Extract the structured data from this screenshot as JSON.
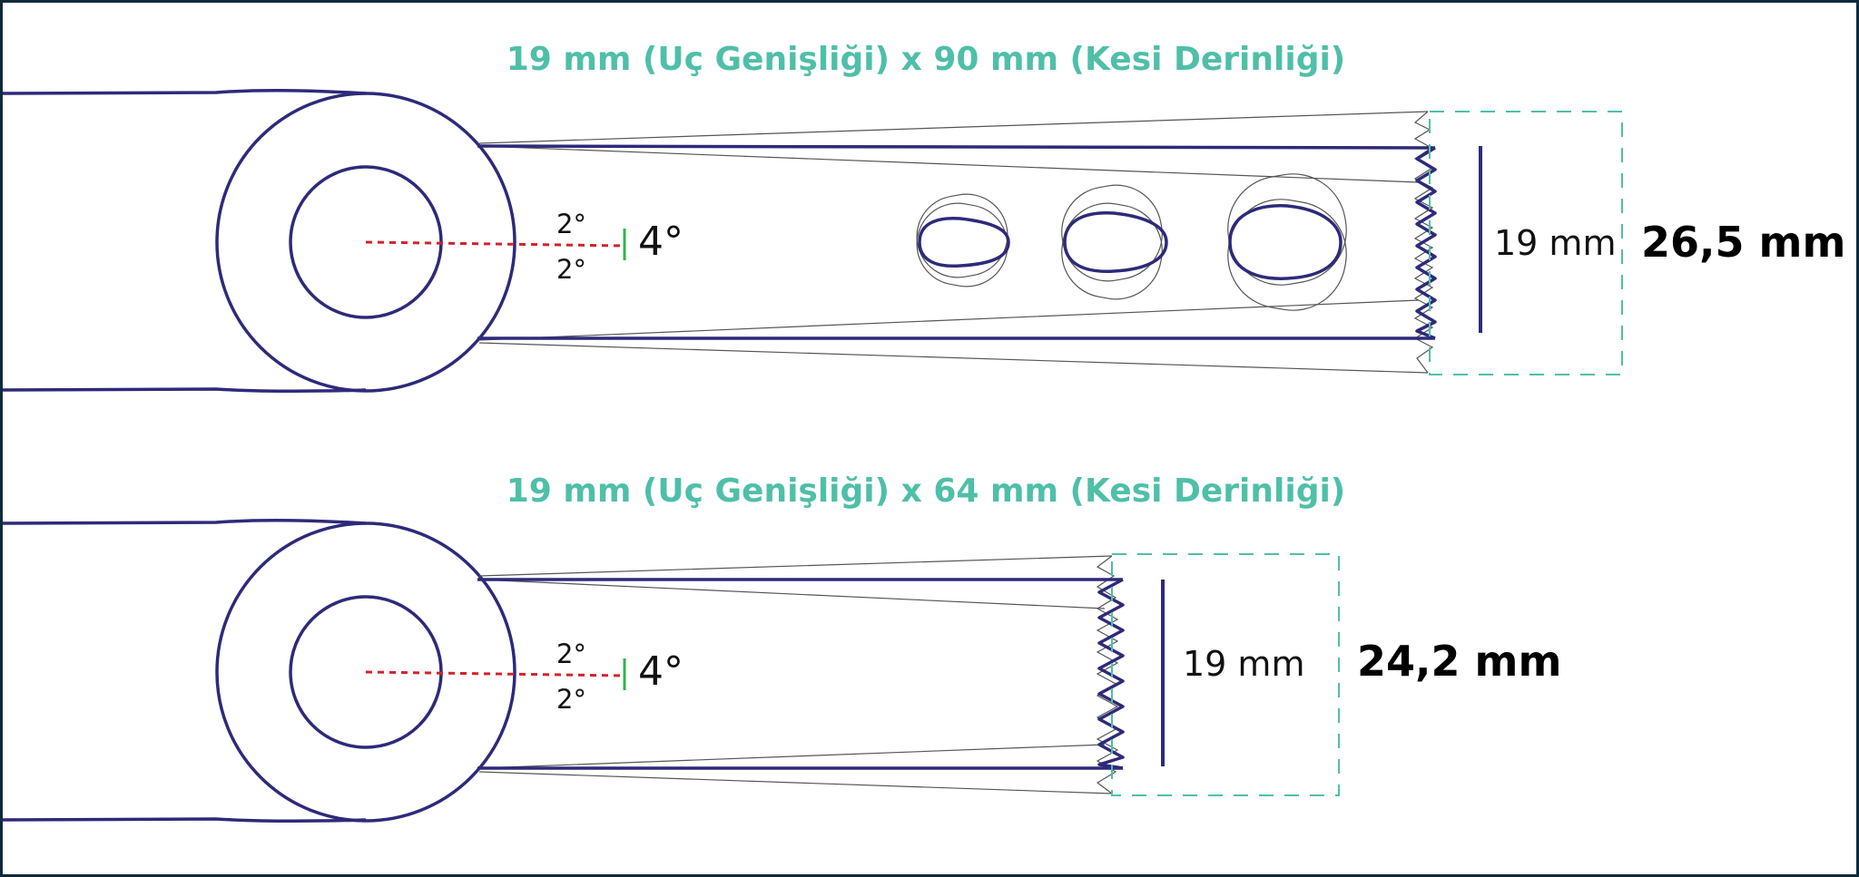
{
  "diagrams": [
    {
      "title": "19 mm (Uç Genişliği) x 90 mm (Kesi Derinliği)",
      "angle_upper": "2°",
      "angle_lower": "2°",
      "angle_total": "4°",
      "blade_width": "19 mm",
      "total_width": "26,5 mm"
    },
    {
      "title": "19 mm (Uç Genişliği) x 64 mm (Kesi Derinliği)",
      "angle_upper": "2°",
      "angle_lower": "2°",
      "angle_total": "4°",
      "blade_width": "19 mm",
      "total_width": "24,2 mm"
    }
  ],
  "colors": {
    "blade_outline": "#2e2a7a",
    "title_text": "#4fbfa8",
    "dashed_box": "#4fbfa8",
    "center_axis": "#d2232a",
    "angle_tick": "#2fb34a",
    "frame": "#0f2a3a"
  }
}
